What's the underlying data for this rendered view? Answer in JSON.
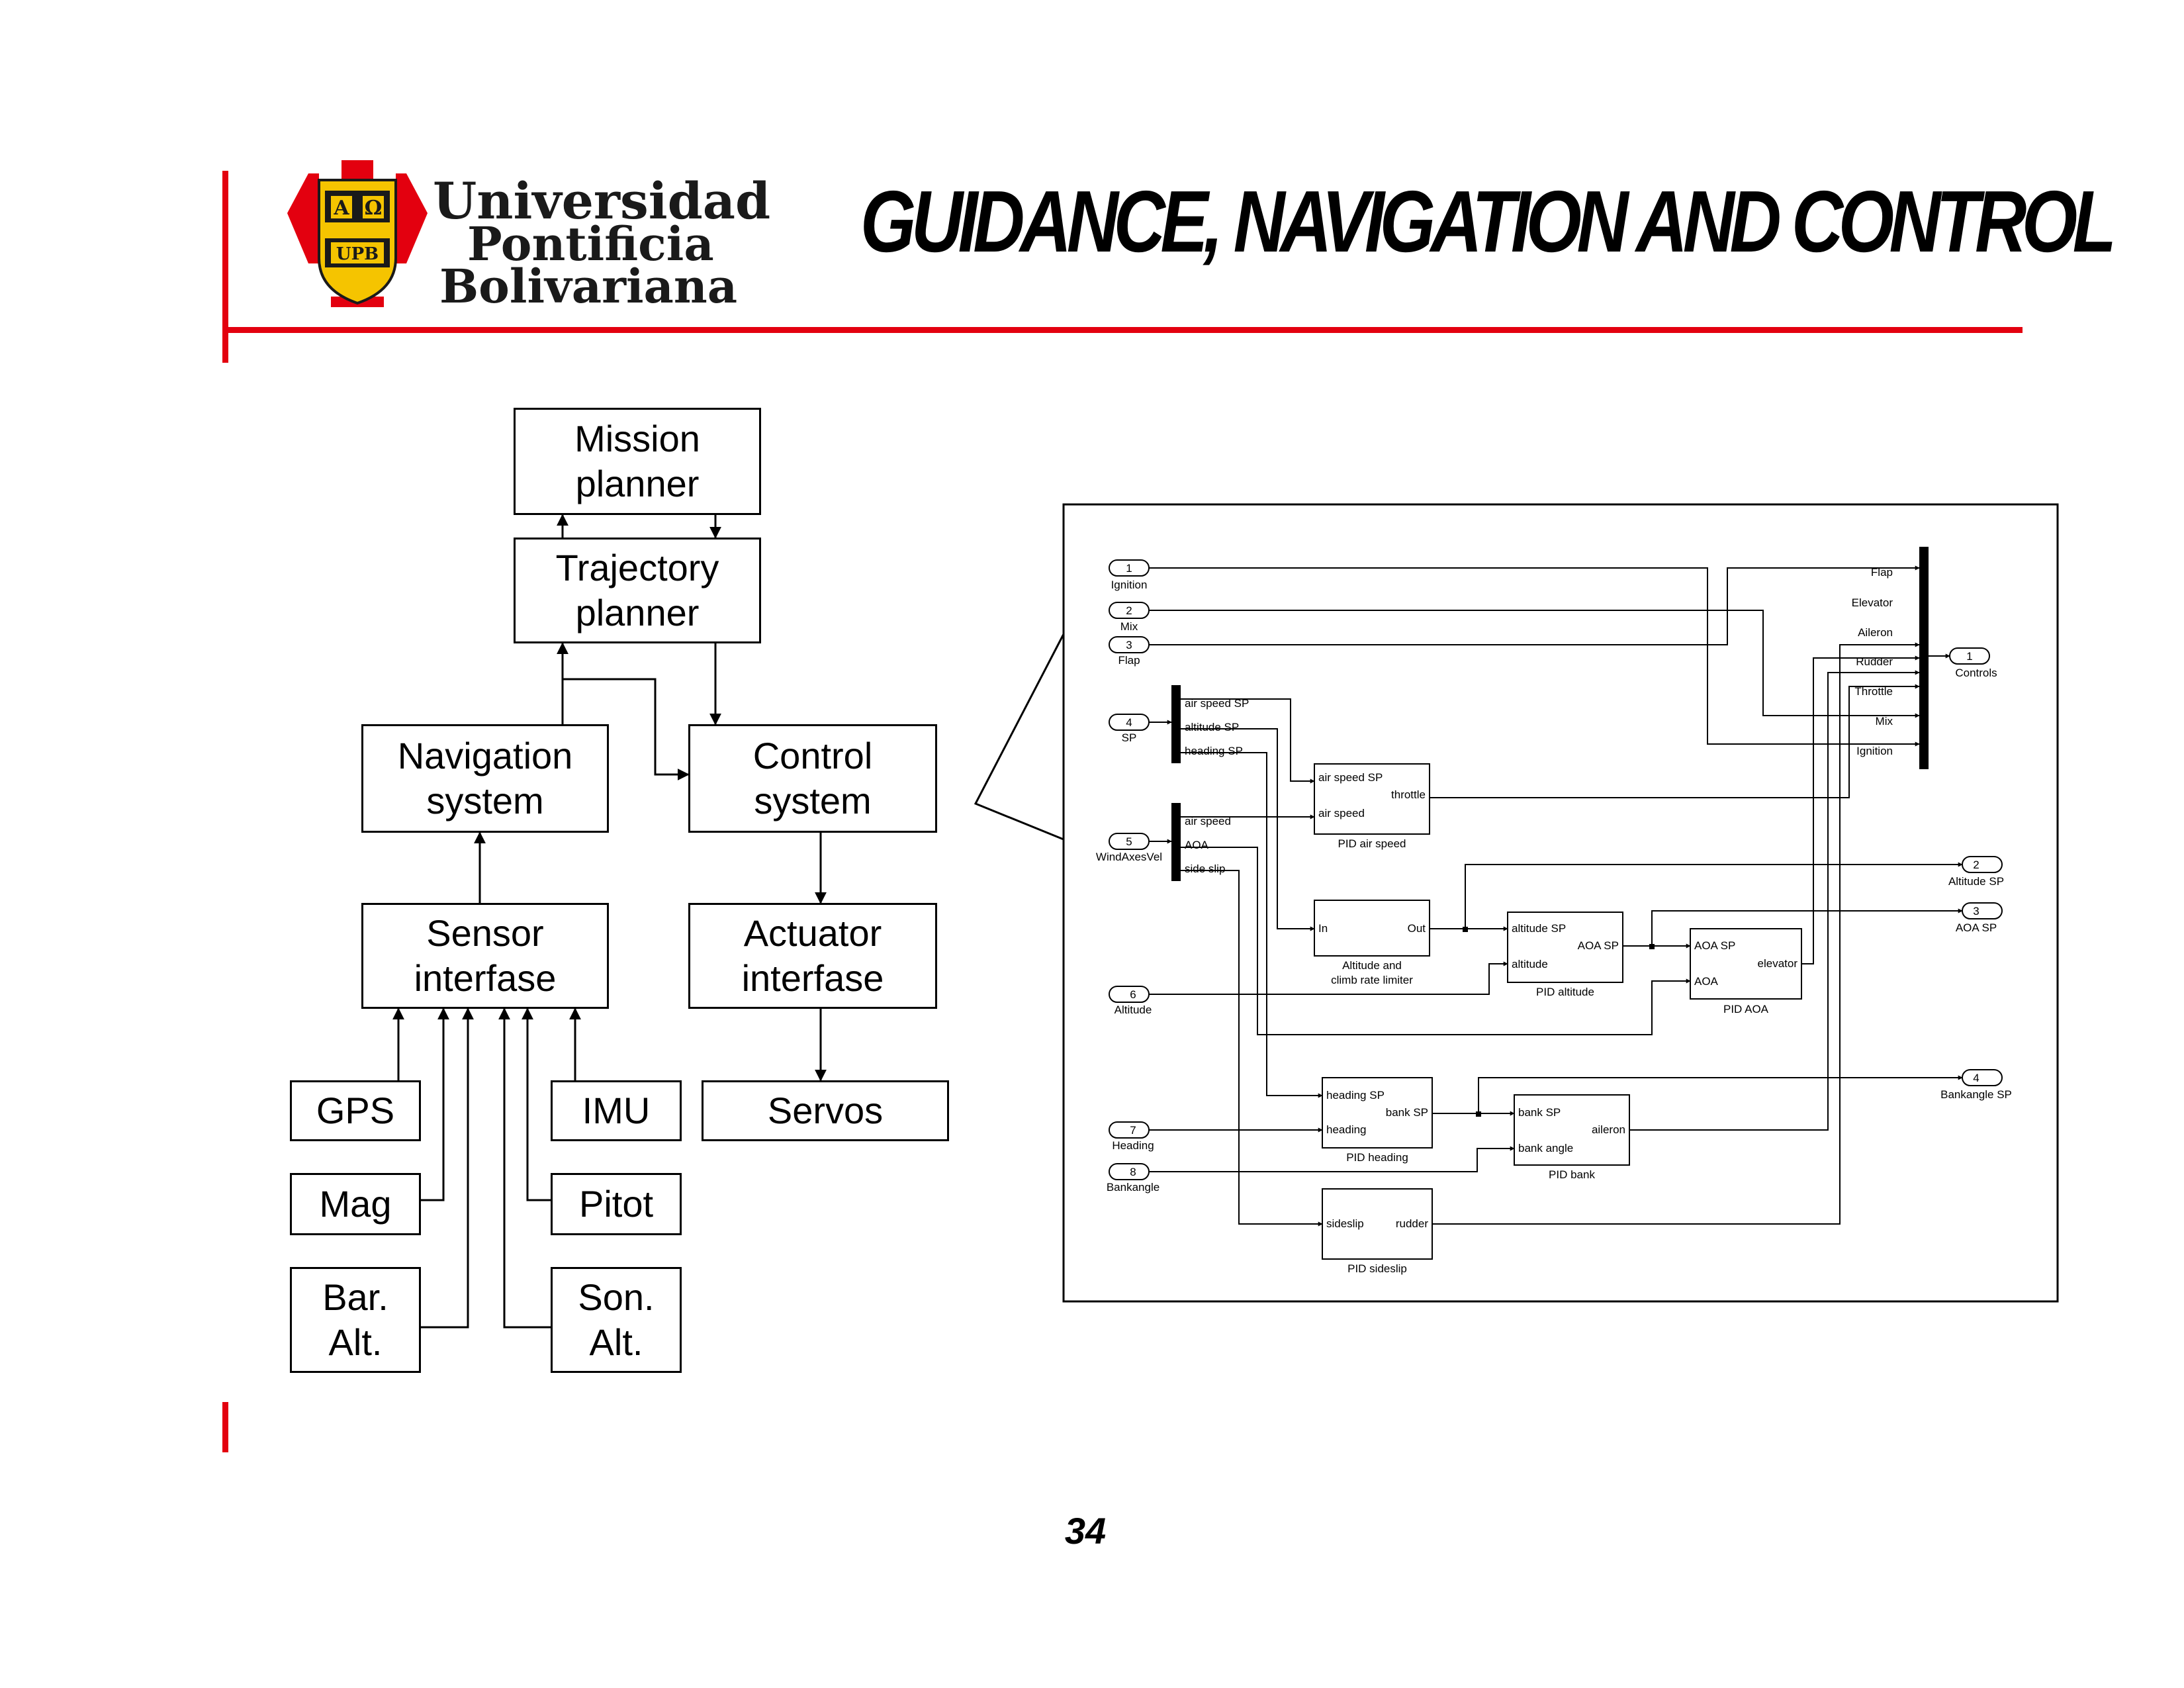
{
  "header": {
    "title": "GUIDANCE, NAVIGATION AND CONTROL",
    "logo": {
      "name_line1": "Universidad",
      "name_line2": "Pontificia",
      "name_line3": "Bolivariana",
      "shield_alpha": "Α",
      "shield_omega": "Ω",
      "shield_initials": "UPB",
      "accent_red": "#e3000f",
      "accent_yellow": "#f5c400"
    }
  },
  "left_diagram": {
    "mission_planner": "Mission\nplanner",
    "trajectory_planner": "Trajectory\nplanner",
    "navigation_system": "Navigation\nsystem",
    "control_system": "Control\nsystem",
    "sensor_interface": "Sensor\ninterfase",
    "actuator_interface": "Actuator\ninterfase",
    "gps": "GPS",
    "imu": "IMU",
    "servos": "Servos",
    "mag": "Mag",
    "pitot": "Pitot",
    "bar_alt": "Bar.\nAlt.",
    "son_alt": "Son.\nAlt."
  },
  "simulink": {
    "inports": [
      {
        "num": "1",
        "label": "Ignition"
      },
      {
        "num": "2",
        "label": "Mix"
      },
      {
        "num": "3",
        "label": "Flap"
      },
      {
        "num": "4",
        "label": "SP"
      },
      {
        "num": "5",
        "label": "WindAxesVel"
      },
      {
        "num": "6",
        "label": "Altitude"
      },
      {
        "num": "7",
        "label": "Heading"
      },
      {
        "num": "8",
        "label": "Bankangle"
      }
    ],
    "outports": [
      {
        "num": "1",
        "label": "Controls"
      },
      {
        "num": "2",
        "label": "Altitude SP"
      },
      {
        "num": "3",
        "label": "AOA SP"
      },
      {
        "num": "4",
        "label": "Bankangle SP"
      }
    ],
    "demux_sp": [
      "air speed SP",
      "altitude SP",
      "heading SP"
    ],
    "demux_wind": [
      "air speed",
      "AOA",
      "side slip"
    ],
    "mux_inputs": [
      "Flap",
      "Elevator",
      "Aileron",
      "Rudder",
      "Throttle",
      "Mix",
      "Ignition"
    ],
    "blocks": {
      "pid_airspeed": {
        "name": "PID air speed",
        "in1": "air speed SP",
        "in2": "air speed",
        "out": "throttle"
      },
      "rate_limiter": {
        "name1": "Altitude and",
        "name2": "climb rate limiter",
        "in": "In",
        "out": "Out"
      },
      "pid_altitude": {
        "name": "PID altitude",
        "in1": "altitude SP",
        "in2": "altitude",
        "out": "AOA SP"
      },
      "pid_aoa": {
        "name": "PID AOA",
        "in1": "AOA SP",
        "in2": "AOA",
        "out": "elevator"
      },
      "pid_heading": {
        "name": "PID heading",
        "in1": "heading SP",
        "in2": "heading",
        "out": "bank SP"
      },
      "pid_bank": {
        "name": "PID bank",
        "in1": "bank SP",
        "in2": "bank angle",
        "out": "aileron"
      },
      "pid_sideslip": {
        "name": "PID sideslip",
        "in": "sideslip",
        "out": "rudder"
      }
    }
  },
  "footer": {
    "page_number": "34"
  }
}
